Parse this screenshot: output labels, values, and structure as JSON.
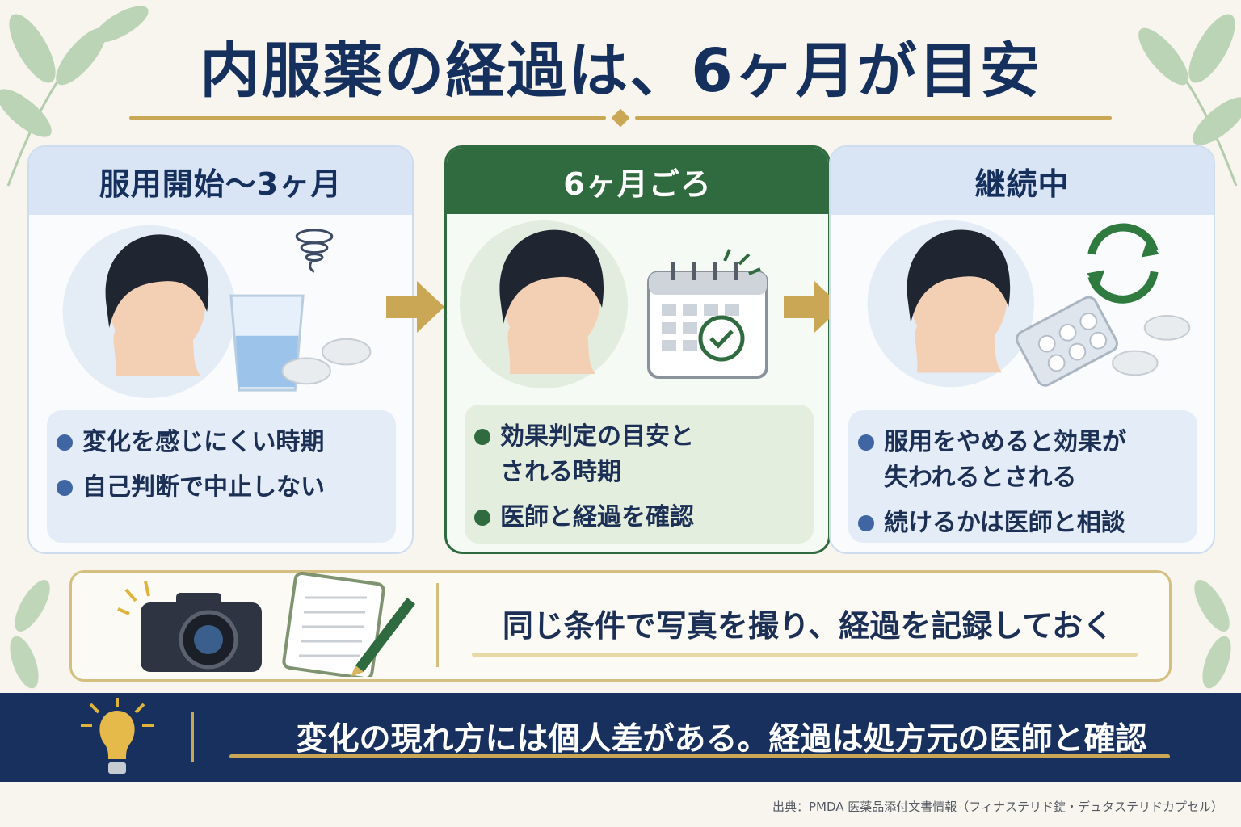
{
  "title": "内服薬の経過は、6ヶ月が目安",
  "stages": [
    {
      "heading": "服用開始〜3ヶ月",
      "notes": [
        "変化を感じにくい時期",
        "自己判断で中止しない"
      ]
    },
    {
      "heading": "6ヶ月ごろ",
      "notes": [
        "効果判定の目安と\nされる時期",
        "医師と経過を確認"
      ]
    },
    {
      "heading": "継続中",
      "notes": [
        "服用をやめると効果が\n失われるとされる",
        "続けるかは医師と相談"
      ]
    }
  ],
  "record_tip": "同じ条件で写真を撮り、経過を記録しておく",
  "bottom_message": "変化の現れ方には個人差がある。経過は処方元の医師と確認",
  "source": "出典：PMDA 医薬品添付文書情報（フィナステリド錠・デュタステリドカプセル）",
  "colors": {
    "navy": "#17305e",
    "green": "#2f6b3f",
    "gold": "#c9a755",
    "light_blue": "#d9e5f4"
  },
  "icons": [
    "leaf-icon",
    "head-icon",
    "water-glass-icon",
    "pill-icon",
    "dizzy-icon",
    "calendar-check-icon",
    "cycle-arrows-icon",
    "blister-pack-icon",
    "camera-icon",
    "notebook-icon",
    "pen-icon",
    "lightbulb-icon",
    "arrow-right-icon"
  ]
}
